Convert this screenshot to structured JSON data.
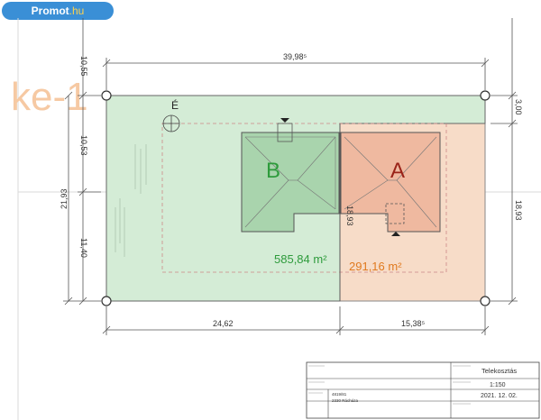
{
  "watermark": {
    "brand": "Promot",
    "suffix": ".hu"
  },
  "drawing": {
    "side_label": "ke-1",
    "north_symbol": "É",
    "lot_b": {
      "letter": "B",
      "area": "585,84 m²",
      "color": "#2e9b3c"
    },
    "lot_a": {
      "letter": "A",
      "area": "291,16 m²",
      "color": "#9a2318"
    },
    "area_a_color": "#e07a1f",
    "lot_b_fill": "#d4ecd6",
    "lot_a_fill": "#f7dcc8"
  },
  "dimensions": {
    "top_total": "39,98⁵",
    "bottom_left": "24,62",
    "bottom_right": "15,38⁵",
    "left_top": "10,55",
    "left_middle": "10,53",
    "left_total": "21,93",
    "left_bottom": "11,40",
    "right_top": "3,00",
    "right_total": "18,93",
    "inner_split": "18,93"
  },
  "title_block": {
    "name": "Telekosztás",
    "scale": "1:150",
    "date": "2021. 12. 02.",
    "parcel": "4819/81",
    "city": "2330 Rácháza"
  }
}
